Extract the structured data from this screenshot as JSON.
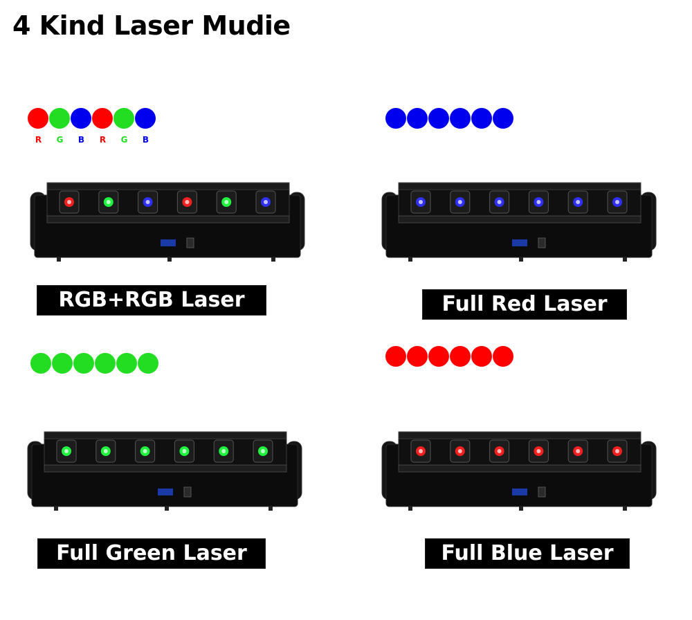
{
  "title": "4 Kind Laser Mudie",
  "colors": {
    "red": "#ff0000",
    "green": "#22dd22",
    "blue": "#0000ee"
  },
  "panels": [
    {
      "caption": "RGB+RGB Laser",
      "dots": [
        {
          "color": "#ff0000",
          "letter": "R"
        },
        {
          "color": "#22dd22",
          "letter": "G"
        },
        {
          "color": "#0000ee",
          "letter": "B"
        },
        {
          "color": "#ff0000",
          "letter": "R"
        },
        {
          "color": "#22dd22",
          "letter": "G"
        },
        {
          "color": "#0000ee",
          "letter": "B"
        }
      ],
      "heads": [
        "#ff2020",
        "#20ff40",
        "#3030ff",
        "#ff2020",
        "#20ff40",
        "#3030ff"
      ]
    },
    {
      "caption": "Full Red Laser",
      "dots": [
        {
          "color": "#0000ee"
        },
        {
          "color": "#0000ee"
        },
        {
          "color": "#0000ee"
        },
        {
          "color": "#0000ee"
        },
        {
          "color": "#0000ee"
        },
        {
          "color": "#0000ee"
        }
      ],
      "heads": [
        "#3030ff",
        "#3030ff",
        "#3030ff",
        "#3030ff",
        "#3030ff",
        "#3030ff"
      ]
    },
    {
      "caption": "Full Green Laser",
      "dots": [
        {
          "color": "#22dd22"
        },
        {
          "color": "#22dd22"
        },
        {
          "color": "#22dd22"
        },
        {
          "color": "#22dd22"
        },
        {
          "color": "#22dd22"
        },
        {
          "color": "#22dd22"
        }
      ],
      "heads": [
        "#20ff40",
        "#20ff40",
        "#20ff40",
        "#20ff40",
        "#20ff40",
        "#20ff40"
      ]
    },
    {
      "caption": "Full Blue Laser",
      "dots": [
        {
          "color": "#ff0000"
        },
        {
          "color": "#ff0000"
        },
        {
          "color": "#ff0000"
        },
        {
          "color": "#ff0000"
        },
        {
          "color": "#ff0000"
        },
        {
          "color": "#ff0000"
        }
      ],
      "heads": [
        "#ff2020",
        "#ff2020",
        "#ff2020",
        "#ff2020",
        "#ff2020",
        "#ff2020"
      ]
    }
  ]
}
